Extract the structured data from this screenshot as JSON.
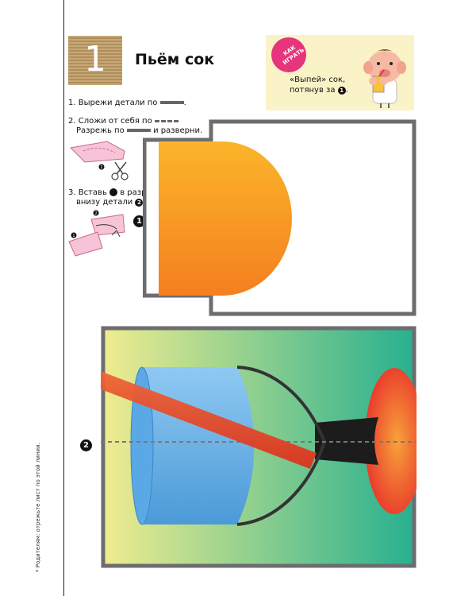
{
  "page": {
    "section_number": "1",
    "title": "Пьём сок",
    "margin_note": "* Родителям: отрежьте лист по этой линии."
  },
  "how_to_play": {
    "badge": "КАК ИГРАТЬ",
    "text_line1": "«Выпей» сок,",
    "text_line2": "потянув за",
    "marker": "1"
  },
  "steps": [
    {
      "number": "1.",
      "text": "Вырежи детали по",
      "suffix": "."
    },
    {
      "number": "2.",
      "text": "Сложи от себя по",
      "line2_prefix": "Разрежь по",
      "line2_suffix": "и разверни."
    },
    {
      "number": "3.",
      "text": "Вставь",
      "text_after_dot": "в разрез",
      "line2": "внизу детали",
      "line2_marker": "2",
      "line2_suffix": "."
    }
  ],
  "illustration_markers": {
    "scissors_step": "2",
    "insert_step_a": "2",
    "insert_step_b": "1",
    "big_marker": "1"
  },
  "part_marker": "2",
  "colors": {
    "tab_orange_top": "#fbb52a",
    "tab_orange_bottom": "#f47f1f",
    "card_border": "#6d6d70",
    "glass_blue": "#5aa8e6",
    "straw_red": "#e8402c",
    "bg_yellow": "#f0ec8f",
    "bg_teal": "#27b08f",
    "kraft": "#b8986a",
    "pink_badge": "#e6357a"
  }
}
